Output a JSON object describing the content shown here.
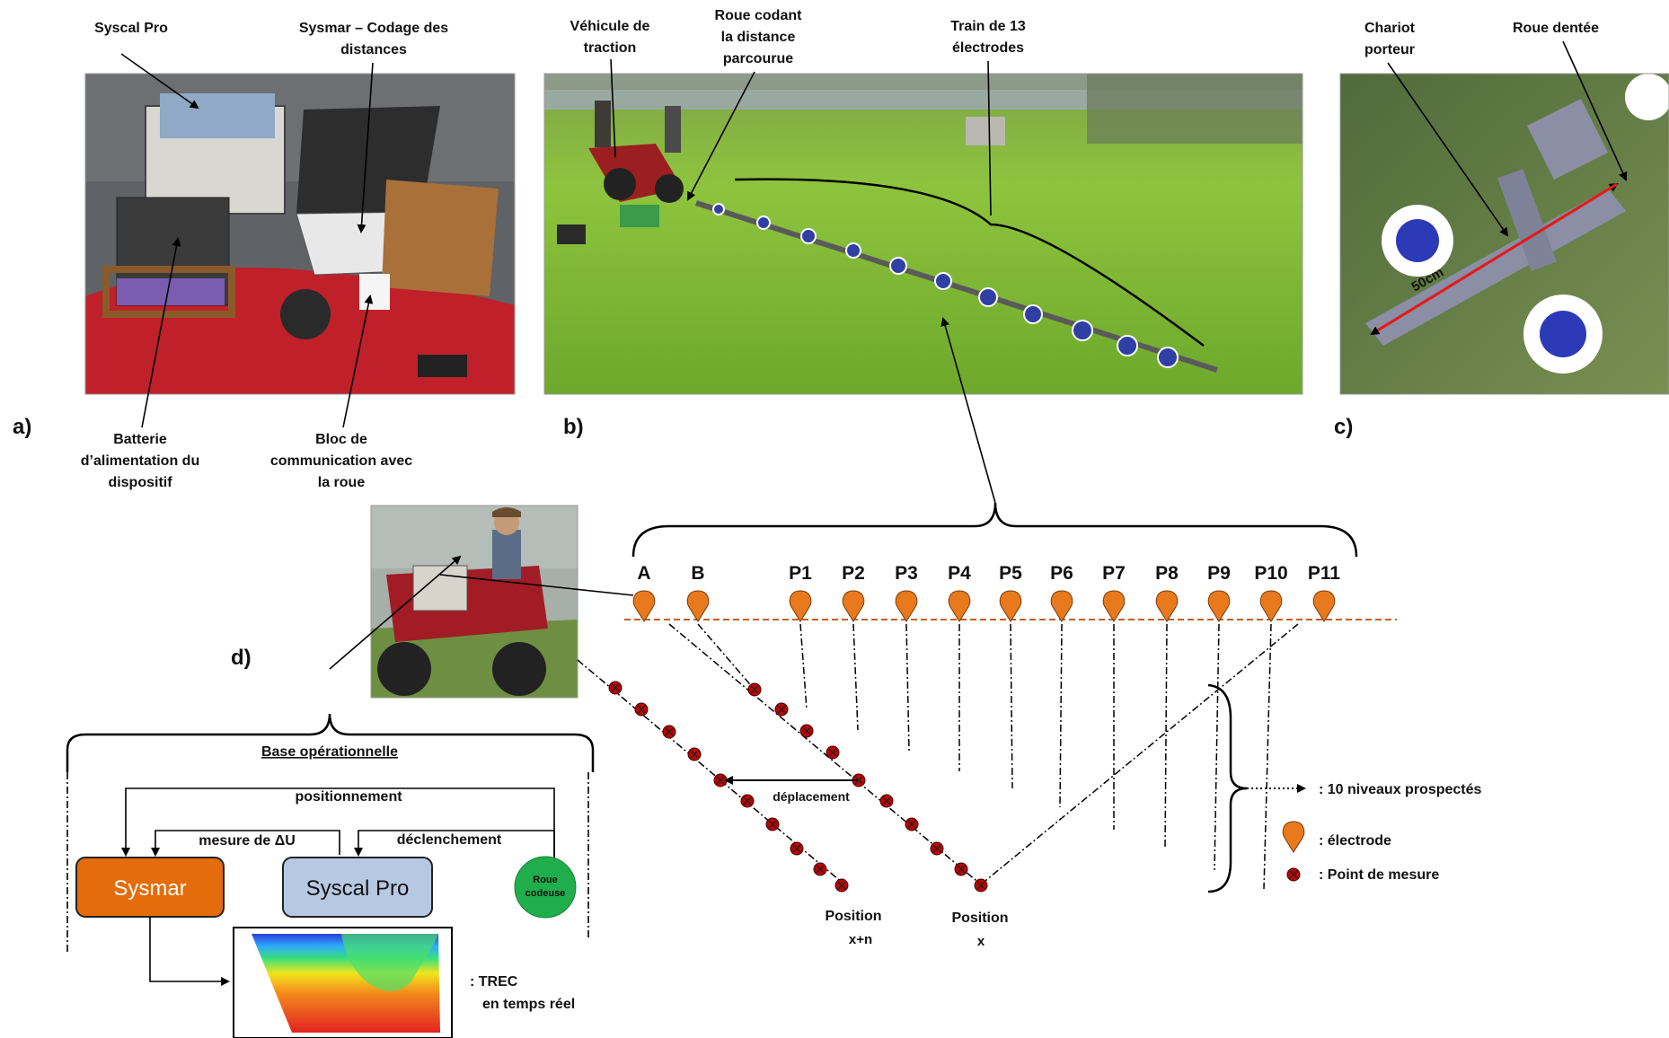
{
  "panels": {
    "a": "a)",
    "b": "b)",
    "c": "c)",
    "d": "d)"
  },
  "photo_a": {
    "labels": {
      "syscal": "Syscal Pro",
      "sysmar_1": "Sysmar – Codage des",
      "sysmar_2": "distances",
      "battery_1": "Batterie",
      "battery_2": "d’alimentation du",
      "battery_3": "dispositif",
      "bloc_1": "Bloc de",
      "bloc_2": "communication avec",
      "bloc_3": "la roue"
    }
  },
  "photo_b": {
    "labels": {
      "vehicle_1": "Véhicule de",
      "vehicle_2": "traction",
      "wheel_1": "Roue codant",
      "wheel_2": "la distance",
      "wheel_3": "parcourue",
      "train_1": "Train de  13",
      "train_2": "électrodes"
    }
  },
  "photo_c": {
    "labels": {
      "chariot_1": "Chariot",
      "chariot_2": "porteur",
      "roue": "Roue dentée",
      "dim": "50cm"
    }
  },
  "electrodes": [
    "A",
    "B",
    "P1",
    "P2",
    "P3",
    "P4",
    "P5",
    "P6",
    "P7",
    "P8",
    "P9",
    "P10",
    "P11"
  ],
  "section": {
    "deplacement": "déplacement",
    "pos_n_1": "Position",
    "pos_n_2": "x+n",
    "pos_x_1": "Position",
    "pos_x_2": "x"
  },
  "legend": {
    "levels": ": 10 niveaux prospectés",
    "electrode": ": électrode",
    "point": ": Point de mesure"
  },
  "base": {
    "title": "Base opérationnelle",
    "positionnement": "positionnement",
    "mesure": "mesure de ΔU",
    "declenchement": "déclenchement",
    "sysmar": "Sysmar",
    "syscal": "Syscal Pro",
    "roue_1": "Roue",
    "roue_2": "codeuse",
    "trec_1": ": TREC",
    "trec_2": "en temps réel"
  },
  "colors": {
    "electrode": "#e8791c",
    "sysmar": "#e46c0a",
    "syscal": "#b7c9e2",
    "roue": "#1fae4b",
    "ground_line": "#c0622a",
    "measure_point": "#c00000"
  }
}
